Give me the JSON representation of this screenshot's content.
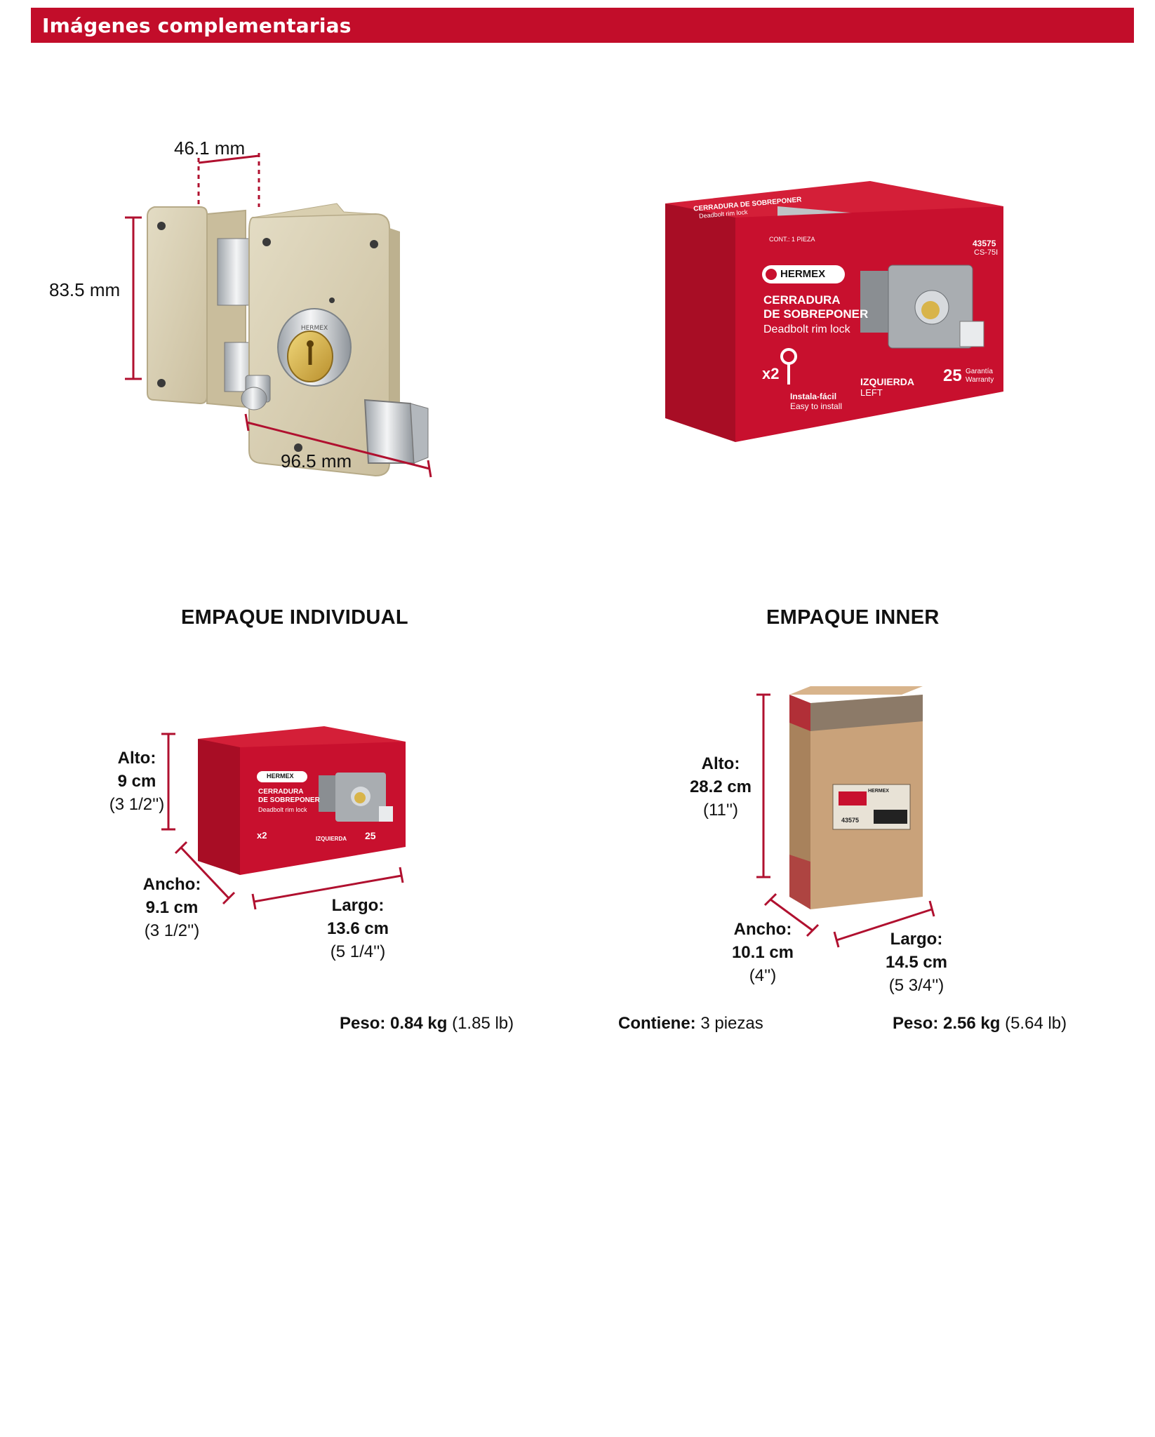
{
  "header": {
    "title": "Imágenes complementarias"
  },
  "product": {
    "dims": {
      "depth": "46.1  mm",
      "height": "83.5 mm",
      "width": "96.5 mm"
    },
    "key_brand": "HERMEX"
  },
  "box_art": {
    "brand": "HERMEX",
    "title_line1": "CERRADURA",
    "title_line2": "DE SOBREPONER",
    "subtitle": "Deadbolt rim lock",
    "code": "43575",
    "model": "CS-75I",
    "keys": "x2",
    "install_es": "Instala-fácil",
    "install_en": "Easy to install",
    "side_es": "IZQUIERDA",
    "side_en": "LEFT",
    "warranty_num": "25",
    "warranty_es": "Garantía",
    "warranty_en": "Warranty",
    "top_text": "CERRADURA DE SOBREPONER",
    "top_sub": "Deadbolt rim lock",
    "cont": "CONT.: 1 PIEZA"
  },
  "individual": {
    "heading": "EMPAQUE INDIVIDUAL",
    "alto": {
      "label": "Alto:",
      "value": "9 cm",
      "imperial": "(3 1/2'')"
    },
    "ancho": {
      "label": "Ancho:",
      "value": "9.1 cm",
      "imperial": "(3 1/2'')"
    },
    "largo": {
      "label": "Largo:",
      "value": "13.6 cm",
      "imperial": "(5 1/4'')"
    },
    "peso": {
      "label": "Peso: 0.84 kg",
      "imperial": "(1.85 lb)"
    }
  },
  "inner": {
    "heading": "EMPAQUE INNER",
    "alto": {
      "label": "Alto:",
      "value": "28.2 cm",
      "imperial": "(11'')"
    },
    "ancho": {
      "label": "Ancho:",
      "value": "10.1 cm",
      "imperial": "(4'')"
    },
    "largo": {
      "label": "Largo:",
      "value": "14.5 cm",
      "imperial": "(5 3/4'')"
    },
    "contiene": {
      "label": "Contiene:",
      "value": "3 piezas"
    },
    "peso": {
      "label": "Peso: 2.56 kg",
      "imperial": "(5.64 lb)"
    },
    "label_code": "43575",
    "label_brand": "HERMEX"
  },
  "colors": {
    "accent": "#c20d2a",
    "dimension_line": "#b0102f",
    "lock_body": "#d8cfb4",
    "box_red": "#c8102e",
    "cardboard": "#c9a27a"
  }
}
